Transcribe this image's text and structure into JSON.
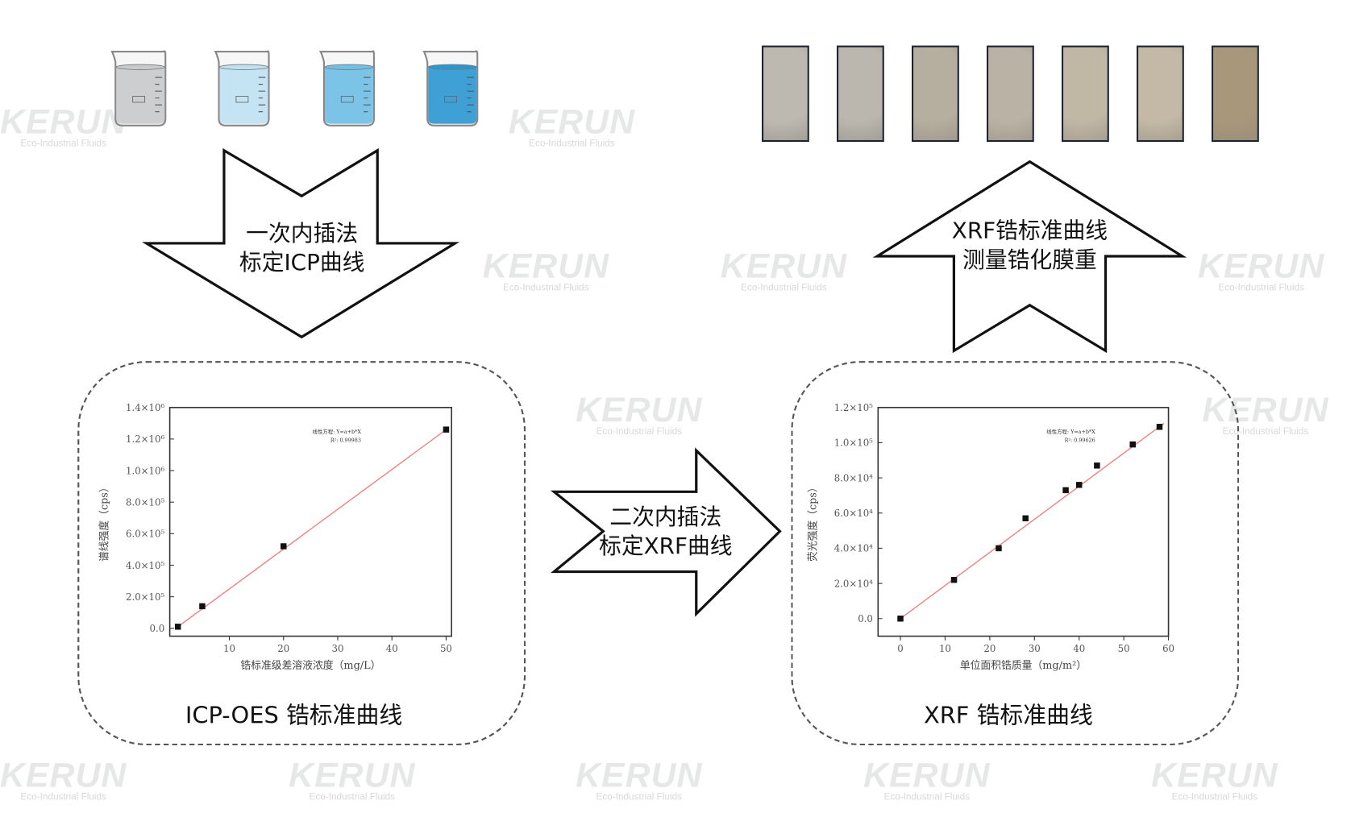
{
  "watermark": {
    "brand": "KERUN",
    "tagline": "Eco-Industrial Fluids"
  },
  "beakers": [
    {
      "name": "beaker-1",
      "fill": "#c9cacb"
    },
    {
      "name": "beaker-2",
      "fill": "#bfe1f3"
    },
    {
      "name": "beaker-3",
      "fill": "#6fbfe6"
    },
    {
      "name": "beaker-4",
      "fill": "#2a97d2"
    }
  ],
  "samples": [
    "#bdb9b1",
    "#bbb7ae",
    "#b6ae9f",
    "#bab3a5",
    "#c1b7a5",
    "#c3b9a6",
    "#a8977a"
  ],
  "arrows": {
    "step1": {
      "line1": "一次内插法",
      "line2": "标定ICP曲线"
    },
    "step2": {
      "line1": "二次内插法",
      "line2": "标定XRF曲线"
    },
    "step3": {
      "line1": "XRF锆标准曲线",
      "line2": "测量锆化膜重"
    }
  },
  "captions": {
    "icp": "ICP-OES 锆标准曲线",
    "xrf": "XRF 锆标准曲线"
  },
  "chart_data": [
    {
      "type": "scatter",
      "title": "ICP-OES 锆标准曲线",
      "xlabel": "锆标准级差溶液浓度（mg/L）",
      "ylabel": "谱线强度（cps）",
      "x": [
        0.5,
        5,
        20,
        50
      ],
      "y": [
        10000,
        140000,
        520000,
        1260000
      ],
      "fit": {
        "x": [
          0.5,
          50
        ],
        "y": [
          10000,
          1260000
        ],
        "color": "#f08080"
      },
      "legend": {
        "equation": "线性方程: Y=a+b*X",
        "r2": "R²: 0.99983"
      },
      "xlim": [
        -1,
        51
      ],
      "ylim": [
        -50000,
        1400000
      ],
      "xticks": [
        {
          "v": 10,
          "label": "10"
        },
        {
          "v": 20,
          "label": "20"
        },
        {
          "v": 30,
          "label": "30"
        },
        {
          "v": 40,
          "label": "40"
        },
        {
          "v": 50,
          "label": "50"
        }
      ],
      "yticks": [
        {
          "v": 0,
          "label": "0.0"
        },
        {
          "v": 200000,
          "label": "2.0×10⁵"
        },
        {
          "v": 400000,
          "label": "4.0×10⁵"
        },
        {
          "v": 600000,
          "label": "6.0×10⁵"
        },
        {
          "v": 800000,
          "label": "8.0×10⁵"
        },
        {
          "v": 1000000,
          "label": "1.0×10⁶"
        },
        {
          "v": 1200000,
          "label": "1.2×10⁶"
        },
        {
          "v": 1400000,
          "label": "1.4×10⁶"
        }
      ]
    },
    {
      "type": "scatter",
      "title": "XRF 锆标准曲线",
      "xlabel": "单位面积锆质量（mg/m²）",
      "ylabel": "荧光强度（cps）",
      "x": [
        0,
        12,
        22,
        28,
        37,
        40,
        44,
        52,
        58
      ],
      "y": [
        0,
        22000,
        40000,
        57000,
        73000,
        76000,
        87000,
        99000,
        109000
      ],
      "fit": {
        "x": [
          0,
          59
        ],
        "y": [
          0,
          111000
        ],
        "color": "#f08080"
      },
      "legend": {
        "equation": "线性方程: Y=a+b*X",
        "r2": "R²: 0.99626"
      },
      "xlim": [
        -5,
        60
      ],
      "ylim": [
        -10000,
        120000
      ],
      "xticks": [
        {
          "v": 0,
          "label": "0"
        },
        {
          "v": 10,
          "label": "10"
        },
        {
          "v": 20,
          "label": "20"
        },
        {
          "v": 30,
          "label": "30"
        },
        {
          "v": 40,
          "label": "40"
        },
        {
          "v": 50,
          "label": "50"
        },
        {
          "v": 60,
          "label": "60"
        }
      ],
      "yticks": [
        {
          "v": 0,
          "label": "0.0"
        },
        {
          "v": 20000,
          "label": "2.0×10⁴"
        },
        {
          "v": 40000,
          "label": "4.0×10⁴"
        },
        {
          "v": 60000,
          "label": "6.0×10⁴"
        },
        {
          "v": 80000,
          "label": "8.0×10⁴"
        },
        {
          "v": 100000,
          "label": "1.0×10⁵"
        },
        {
          "v": 120000,
          "label": "1.2×10⁵"
        }
      ]
    }
  ]
}
